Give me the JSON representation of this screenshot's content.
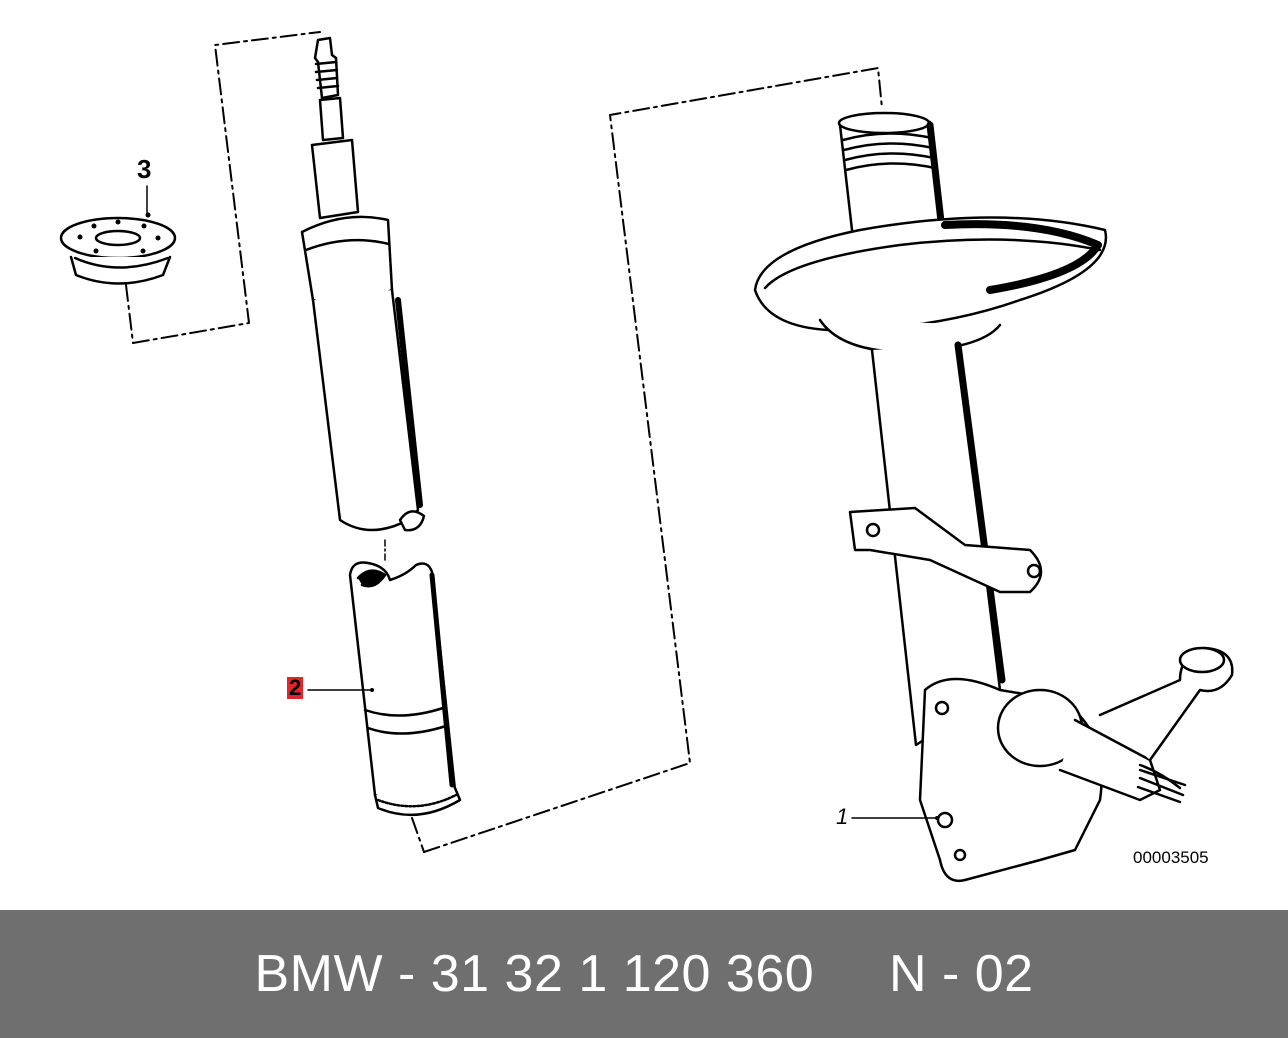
{
  "callouts": {
    "part_1": "1",
    "part_2": "2",
    "part_3": "3"
  },
  "diagram_code": "00003505",
  "footer": {
    "brand": "BMW",
    "sep1": " - ",
    "part_number": "31 32 1 120 360",
    "gap": "     ",
    "ref": "N - 02"
  },
  "colors": {
    "footer_bg": "#6f6f6f",
    "highlight": "#e0262d"
  }
}
